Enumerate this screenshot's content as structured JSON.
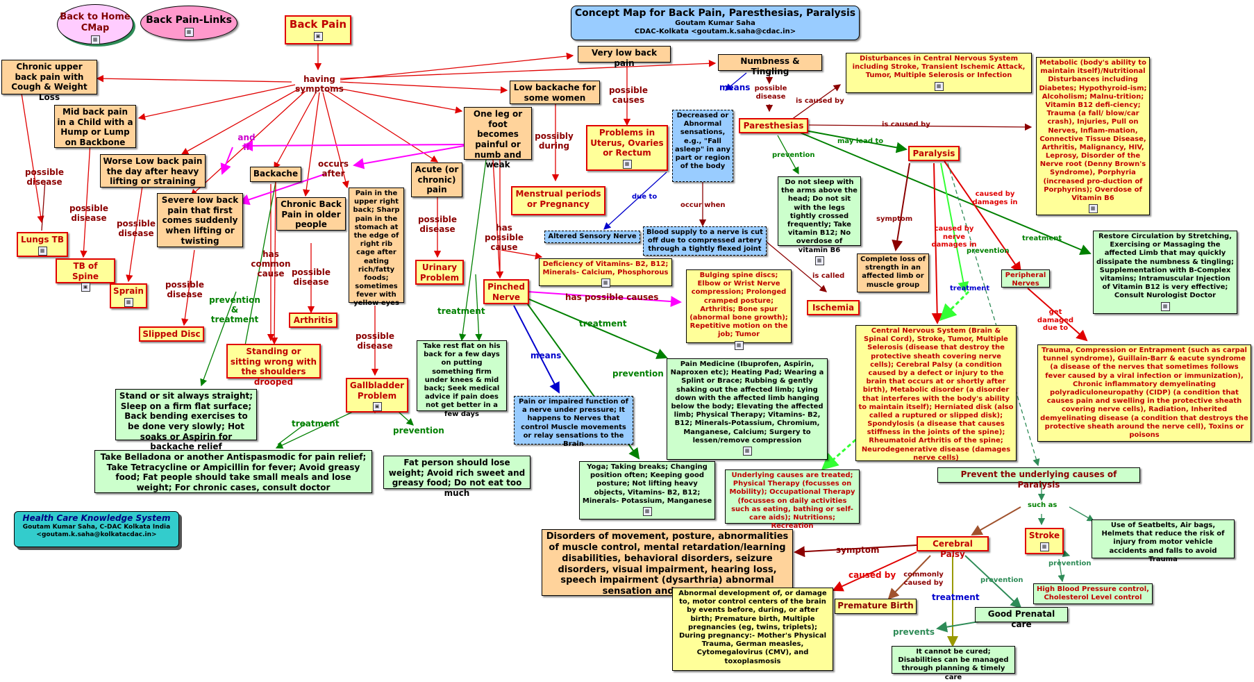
{
  "title": {
    "main": "Concept Map for Back Pain, Paresthesias, Paralysis",
    "author": "Goutam Kumar Saha",
    "org": "CDAC-Kolkata <goutam.k.saha@cdac.in>"
  },
  "nav": {
    "home": "Back to Home CMap",
    "links": "Back Pain-Links"
  },
  "footer": {
    "title": "Health Care Knowledge System",
    "line1": "Goutam Kumar Saha, C-DAC Kolkata India",
    "line2": "<goutam.k.saha@kolkatacdac.in>"
  },
  "nodes": {
    "back_pain": "Back Pain",
    "chronic_upper": "Chronic upper back pain with Cough & Weight Loss",
    "mid_back": "Mid back pain in a Child with a Hump or Lump on Backbone",
    "worse_low": "Worse Low back pain the day after heavy lifting or straining",
    "severe_low": "Severe low back pain that first comes suddenly when lifting or twisting",
    "backache": "Backache",
    "chronic_older": "Chronic Back Pain in older people",
    "right_upper": "Pain in the upper right back; Sharp pain in the stomach at the edge of right rib cage after eating rich/fatty foods; sometimes fever with yellow eyes",
    "acute": "Acute (or chronic) pain",
    "one_leg": "One leg or foot becomes painful or numb and weak",
    "very_low": "Very low back pain",
    "low_women": "Low backache for some women",
    "numbness": "Numbness & Tingling",
    "lungs_tb": "Lungs TB",
    "tb_spine": "TB of Spine",
    "sprain": "Sprain",
    "slipped": "Slipped Disc",
    "standing": "Standing or sitting wrong with the shoulders drooped",
    "arthritis": "Arthritis",
    "gallbladder": "Gallbladder Problem",
    "urinary": "Urinary Problem",
    "pinched": "Pinched Nerve",
    "uterus": "Problems in Uterus, Ovaries or Rectum",
    "menstrual": "Menstrual periods or Pregnancy",
    "stand_sit": "Stand or sit always straight; Sleep on a firm flat surface; Back bending exercises to be done very slowly; Hot soaks or Aspirin for backache relief",
    "belladona": "Take Belladona or another Antispasmodic for pain relief; Take Tetracycline or Ampicillin for fever; Avoid greasy food; Fat people should take small meals and lose weight; For chronic cases, consult doctor",
    "fat_person": "Fat person should lose weight; Avoid rich sweet and greasy food; Do not eat too much",
    "rest_flat": "Take rest flat on his back for a few days on putting something firm under knees & mid back; Seek medical advice if pain does not get better in a few days",
    "deficiency": "Deficiency of Vitamins- B2, B12; Minerals- Calcium, Phosphorous",
    "impaired": "Pain or impaired function of a nerve under pressure; It happens to Nerves that control Muscle movements or relay sensations to the Brain",
    "yoga": "Yoga; Taking breaks; Changing position often; Keeping good posture; Not lifting heavy objects, Vitamins- B2, B12; Minerals- Potassium, Manganese",
    "pain_medicine": "Pain Medicine (Ibuprofen, Aspirin, Naproxen etc); Heating Pad; Wearing a Splint or Brace; Rubbing & gently shaking out the affected limb; Lying down with the affected limb hanging below the body; Elevating the affected limb; Physical Therapy; Vitamins- B2, B12; Minerals-Potassium, Chromium, Manganese, Calcium; Surgery to lessen/remove compression",
    "decreased": "Decreased or Abnormal sensations, e.g., \"Fall asleep\" in any part or region of the body",
    "altered": "Altered Sensory Nerve",
    "blood_supply": "Blood supply to a nerve is cut off due to compressed artery through a tightly flexed joint",
    "bulging": "Bulging spine discs; Elbow or Wrist Nerve compression; Prolonged cramped posture; Arthritis; Bone spur (abnormal bone growth); Repetitive motion on the job; Tumor",
    "ischemia": "Ischemia",
    "paresthesias": "Paresthesias",
    "disturbances": "Disturbances in Central Nervous System including Stroke, Transient Ischemic Attack, Tumor, Multiple Selerosis or Infection",
    "metabolic": "Metabolic (body's ability to maintain itself)/Nutritional Disturbances including Diabetes; Hypothyroid-ism; Alcoholism; Malnu-trition; Vitamin B12 defi-ciency; Trauma (a fall/ blow/car crash), Injuries, Pull on Nerves, Inflam-mation, Connective Tissue Disease, Arthritis, Malignancy, HIV, Leprosy, Disorder of the Nerve root (Denny Brown's Syndrome), Porphyria (increased pro-duction of Porphyrins); Overdose of Vitamin B6",
    "no_sleep": "Do not sleep with the arms above the head; Do not sit with the legs tightly crossed frequently; Take vitamin B12; No overdose of vitamin B6",
    "paralysis": "Paralysis",
    "complete_loss": "Complete loss of strength in an affected limb or muscle group",
    "peripheral": "Peripheral Nerves",
    "restore": "Restore Circulation by Stretching, Exercising or Massaging the affected Limb that may quickly dissipate the numbness & tingling; Supplementation with B-Complex vitamins; Intramuscular Injection of Vitamin B12 is very effective; Consult Nurologist Doctor",
    "cns": "Central Nervous System (Brain & Spinal Cord), Stroke, Tumor, Multiple Selerosis (disease that destroy the protective sheath covering nerve cells); Cerebral Palsy (a condition caused by a defect or injury to the brain that occurs at or shortly after birth), Metabolic disorder (a disorder that interferes with the body's ability to maintain itself); Herniated disk (also called a ruptured or slipped disk); Spondylosis (a disease that causes stiffness in the joints of the spine); Rheumatoid Arthritis of the spine; Neurodegenerative disease (damages nerve cells)",
    "trauma": "Trauma, Compression or Entrapment (such as carpal tunnel syndrome), Guillain-Barr & eacute syndrome (a disease of the nerves that sometimes follows fever caused by a viral infection or immunization), Chronic inflammatory demyelinating polyradiculoneuropathy (CIDP) (a condition that causes pain and swelling in the protective sheath covering nerve cells), Radiation, Inherited demyelinating disease (a condition that destroys the protective sheath around the nerve cell), Toxins or poisons",
    "underlying": "Underlying causes are treated; Physical Therapy (focusses on Mobility); Occupational Therapy (focusses on daily activities such as eating, bathing or self-care aids); Nutritions; Recreation",
    "prevent_underlying": "Prevent the underlying causes of Paralysis",
    "disorders": "Disorders of movement, posture, abnormalities of muscle control, mental retardation/learning disabilities, behavioral disorders, seizure disorders, visual impairment, hearing loss, speech impairment (dysarthria) abnormal sensation and perception",
    "cerebral": "Cerebral Palsy",
    "stroke": "Stroke",
    "seatbelts": "Use of Seatbelts, Air bags, Helmets that reduce the risk of injury from motor vehicle accidents and falls to avoid Trauma",
    "high_bp": "High Blood Pressure control, Cholesterol Level control",
    "abnormal_dev": "Abnormal development of, or damage to, motor control centers of the brain by events before, during, or after birth; Premature birth, Multiple pregnancies (eg, twins, triplets); During pregnancy:- Mother's Physical Trauma, German measles, Cytomegalovirus (CMV), and toxoplasmosis",
    "premature": "Premature Birth",
    "prenatal": "Good Prenatal care",
    "cannot_cure": "It cannot be cured; Disabilities can be managed through planning & timely care"
  },
  "labels": {
    "having_symptoms": "having symptoms",
    "possible_causes": "possible causes",
    "possibly_during": "possibly during",
    "possible_disease": "possible disease",
    "and_if": "and if",
    "occurs_after": "occurs after",
    "prevention_treatment": "prevention & treatment",
    "has_common_cause": "has common cause",
    "treatment": "treatment",
    "prevention": "prevention",
    "has_possible_cause": "has possible cause",
    "has_possible_causes": "has possible causes",
    "means": "means",
    "due_to": "due to",
    "occur_when": "occur when",
    "is_called": "is called",
    "is_caused_by": "is caused by",
    "may_lead_to": "may lead to",
    "symptom": "symptom",
    "caused_by_nerve_damages_in": "caused by nerve damages in",
    "caused_by_damages_in": "caused by damages in",
    "get_damaged_due_to": "get damaged due to",
    "such_as": "such as",
    "caused_by": "caused by",
    "commonly_caused_by": "commonly caused by",
    "prevents": "prevents"
  }
}
